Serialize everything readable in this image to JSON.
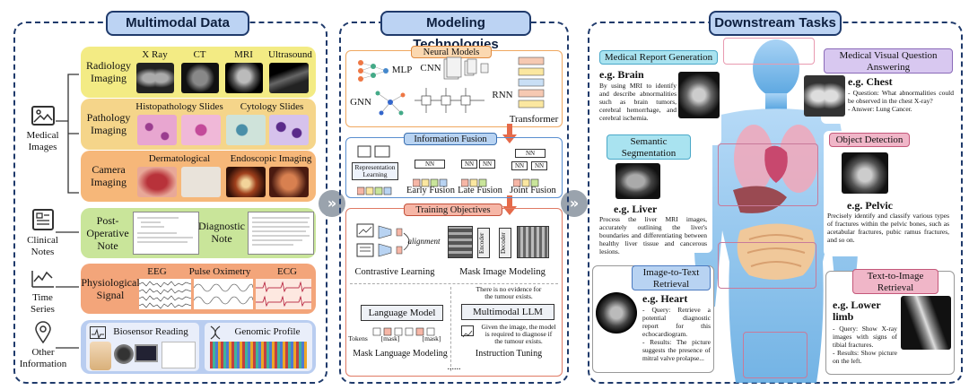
{
  "panels": {
    "multimodal": {
      "title": "Multimodal Data"
    },
    "modeling": {
      "title": "Modeling Technologies"
    },
    "downstream": {
      "title": "Downstream Tasks"
    }
  },
  "multimodal": {
    "side_labels": {
      "medical_images": "Medical\nImages",
      "clinical_notes": "Clinical\nNotes",
      "time_series": "Time\nSeries",
      "other_info": "Other\nInformation"
    },
    "radiology": {
      "label": "Radiology\nImaging",
      "items": [
        "X Ray",
        "CT",
        "MRI",
        "Ultrasound"
      ]
    },
    "pathology": {
      "label": "Pathology\nImaging",
      "items": [
        "Histopathology Slides",
        "Cytology Slides"
      ]
    },
    "camera": {
      "label": "Camera\nImaging",
      "items": [
        "Dermatological",
        "Endoscopic Imaging"
      ]
    },
    "notes": {
      "post_op": "Post-\nOperative\nNote",
      "diagnostic": "Diagnostic\nNote"
    },
    "signal": {
      "label": "Physiological\nSignal",
      "items": [
        "EEG",
        "Pulse Oximetry",
        "ECG"
      ]
    },
    "other": {
      "biosensor": "Biosensor Reading",
      "genomic": "Genomic Profile"
    }
  },
  "modeling": {
    "neural": {
      "title": "Neural Models",
      "mlp": "MLP",
      "cnn": "CNN",
      "rnn": "RNN",
      "gnn": "GNN",
      "transformer": "Transformer"
    },
    "fusion": {
      "title": "Information Fusion",
      "repr": "Representation\nLearning",
      "early": "Early Fusion",
      "late": "Late Fusion",
      "joint": "Joint Fusion",
      "nn": "NN"
    },
    "training": {
      "title": "Training Objectives",
      "alignment": "alignment",
      "contrastive": "Contrastive Learning",
      "mim": "Mask Image Modeling",
      "encoder": "Encoder",
      "decoder": "Decoder",
      "lm": "Language Model",
      "tokens": "Tokens",
      "mask1": "[mask]",
      "mask2": "[mask]",
      "mlm": "Mask Language Modeling",
      "no_evidence": "There is no evidence for\nthe tumour exists.",
      "mllm": "Multimodal LLM",
      "given": "Given the image, the model\nis required to diagnose if\nthe tumour exists.",
      "instruction": "Instruction Tuning",
      "ellipsis": "......"
    }
  },
  "downstream": {
    "report": {
      "title": "Medical Report Generation",
      "eg": "e.g. Brain",
      "desc": "By using MRI to identify and describe abnormalities such as brain tumors, cerebral hemorrhage, and cerebral ischemia."
    },
    "vqa": {
      "title": "Medical Visual Question\nAnswering",
      "eg": "e.g. Chest",
      "desc": "- Question: What abnormalities could be observed in the chest X-ray?\n- Answer: Lung Cancer."
    },
    "seg": {
      "title": "Semantic\nSegmentation",
      "eg": "e.g. Liver",
      "desc": "Process the liver MRI images, accurately outlining the liver's boundaries and differentiating between healthy liver tissue and cancerous lesions."
    },
    "det": {
      "title": "Object Detection",
      "eg": "e.g. Pelvic",
      "desc": "Precisely identify and classify various types of fractures within the pelvic bones, such as acetabular fractures, pubic ramus fractures, and so on."
    },
    "i2t": {
      "title": "Image-to-Text\nRetrieval",
      "eg": "e.g. Heart",
      "desc": "- Query: Retrieve a potential diagnostic report for this echocardiogram.\n- Results: The picture suggests the presence of mitral valve prolapse..."
    },
    "t2i": {
      "title": "Text-to-Image\nRetrieval",
      "eg": "e.g. Lower\nlimb",
      "desc": "- Query: Show X-ray images with signs of tibial fractures.\n- Results: Show picture on the left."
    }
  },
  "colors": {
    "radiology": "#f3eb84",
    "pathology": "#f5d58a",
    "camera": "#f6b779",
    "notes": "#c9e59a",
    "signal": "#f3a57a",
    "other": "#b9cdf0",
    "panel_border": "#1f3a6b",
    "title_bg": "#bcd3f3",
    "neural_title": "#fbd8b0",
    "fusion_title": "#b8d3f2",
    "training_title": "#f6b6a6",
    "body_blue": "#6fb3e8"
  }
}
